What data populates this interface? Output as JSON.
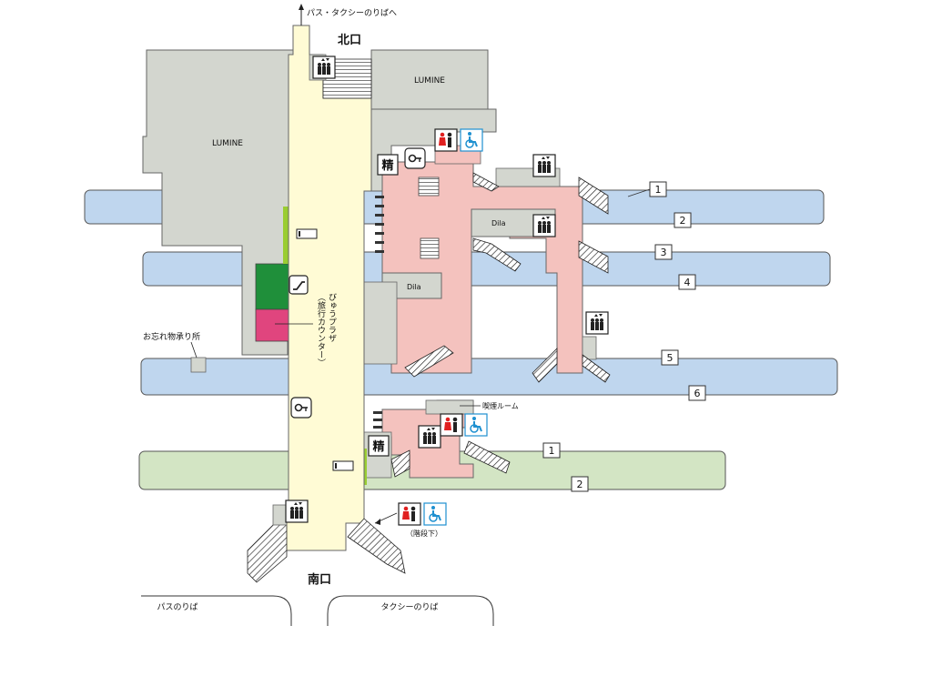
{
  "map": {
    "north_exit": "北口",
    "south_exit": "南口",
    "bus_taxi_top": "パス・タクシーのりばへ",
    "bus_stop": "パスのりば",
    "taxi_stop": "タクシーのりば",
    "lost_found": "お忘れ物承り所",
    "travel_center_1": "びゅうプラザ",
    "travel_center_2": "（旅行カウンター）",
    "smoking_room": "喫煙ルーム",
    "under_stairs": "（階段下）",
    "seisan": "精",
    "lumine_1": "LUMINE",
    "lumine_2": "LUMINE",
    "dila_1": "Dila",
    "dila_2": "Dila",
    "platforms_north": [
      "1",
      "2",
      "3",
      "4",
      "5",
      "6"
    ],
    "platforms_south": [
      "1",
      "2"
    ]
  },
  "colors": {
    "concourse": "#FFFBD5",
    "platform_blue": "#BFD6EE",
    "platform_green": "#D3E5C4",
    "pink_area": "#F4C2BE",
    "building": "#D3D6CF",
    "green_block": "#1F8F3A",
    "magenta_block": "#E0457E",
    "wheelchair": "#1E90D0",
    "toilet_red": "#E02020"
  },
  "icons": [
    "elevator-icon",
    "toilet-icon",
    "wheelchair-icon",
    "locker-key-icon",
    "escalator-icon",
    "ticket-gate-icon"
  ]
}
